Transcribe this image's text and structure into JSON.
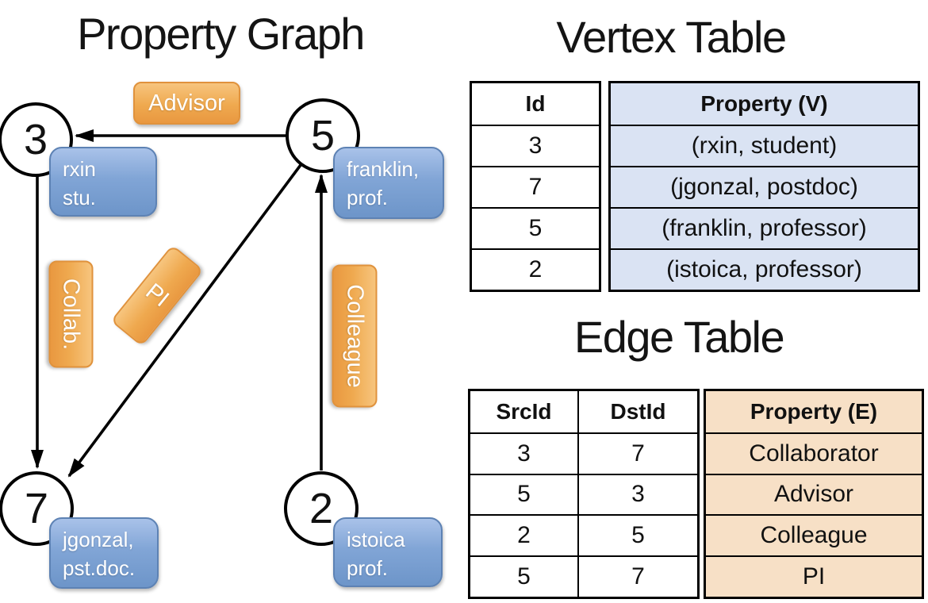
{
  "titles": {
    "graph": "Property Graph",
    "vertex_table": "Vertex Table",
    "edge_table": "Edge Table"
  },
  "graph": {
    "nodes": [
      {
        "id": "3",
        "property_line1": "rxin",
        "property_line2": "stu."
      },
      {
        "id": "5",
        "property_line1": "franklin,",
        "property_line2": "prof."
      },
      {
        "id": "7",
        "property_line1": "jgonzal,",
        "property_line2": "pst.doc."
      },
      {
        "id": "2",
        "property_line1": "istoica",
        "property_line2": "prof."
      }
    ],
    "edge_labels": [
      {
        "label": "Advisor"
      },
      {
        "label": "Collab."
      },
      {
        "label": "PI"
      },
      {
        "label": "Colleague"
      }
    ]
  },
  "vertex_table": {
    "headers": {
      "id": "Id",
      "property": "Property (V)"
    },
    "rows": [
      {
        "id": "3",
        "property": "(rxin, student)"
      },
      {
        "id": "7",
        "property": "(jgonzal, postdoc)"
      },
      {
        "id": "5",
        "property": "(franklin, professor)"
      },
      {
        "id": "2",
        "property": "(istoica, professor)"
      }
    ]
  },
  "edge_table": {
    "headers": {
      "src": "SrcId",
      "dst": "DstId",
      "property": "Property (E)"
    },
    "rows": [
      {
        "src": "3",
        "dst": "7",
        "property": "Collaborator"
      },
      {
        "src": "5",
        "dst": "3",
        "property": "Advisor"
      },
      {
        "src": "2",
        "dst": "5",
        "property": "Colleague"
      },
      {
        "src": "5",
        "dst": "7",
        "property": "PI"
      }
    ]
  },
  "colors": {
    "vertex_table_fill": "#dae3f3",
    "edge_table_fill": "#f7e0c6",
    "vertex_box_blue": "#7fa3d4",
    "edge_label_orange": "#eca045",
    "edge_line": "#000000"
  }
}
